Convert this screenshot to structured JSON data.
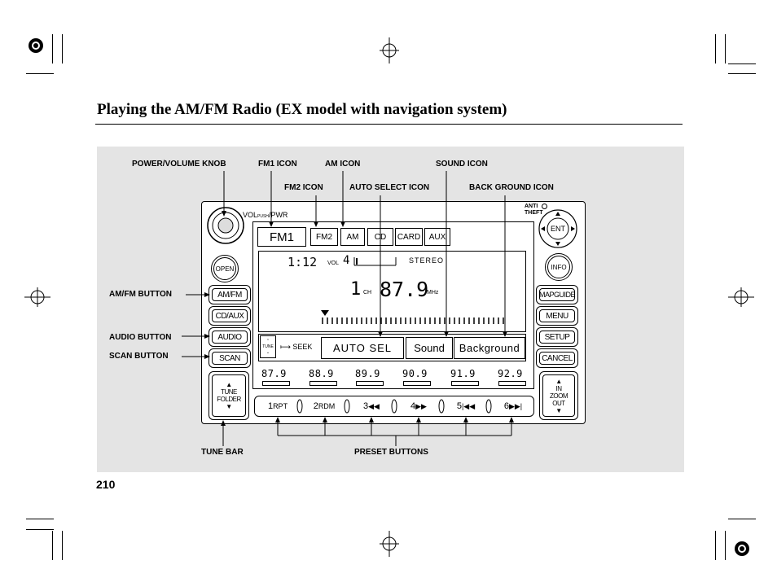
{
  "page": {
    "heading": "Playing the AM/FM Radio (EX model with navigation system)",
    "page_number": "210"
  },
  "callouts": {
    "power_volume_knob": "POWER/VOLUME KNOB",
    "fm1_icon": "FM1 ICON",
    "am_icon": "AM ICON",
    "sound_icon": "SOUND ICON",
    "fm2_icon": "FM2 ICON",
    "auto_select_icon": "AUTO SELECT ICON",
    "background_icon": "BACK GROUND ICON",
    "am_fm_button": "AM/FM BUTTON",
    "audio_button": "AUDIO BUTTON",
    "scan_button": "SCAN BUTTON",
    "tune_bar": "TUNE BAR",
    "preset_buttons": "PRESET BUTTONS"
  },
  "unit": {
    "knob_label": "VOL",
    "knob_sub": "PUSH",
    "knob_pwr": "PWR",
    "anti_theft": [
      "ANTI",
      "THEFT"
    ],
    "open": "OPEN",
    "ent": "ENT",
    "info": "INFO",
    "left_buttons": [
      "AM/FM",
      "CD/AUX",
      "AUDIO",
      "SCAN"
    ],
    "right_buttons": [
      "MAPGUIDE",
      "MENU",
      "SETUP",
      "CANCEL"
    ],
    "tune_folder": [
      "TUNE",
      "FOLDER"
    ],
    "zoom": [
      "IN",
      "ZOOM",
      "OUT"
    ],
    "tabs": [
      "FM2",
      "AM",
      "CD",
      "CARD",
      "AUX"
    ]
  },
  "display": {
    "band": "FM1",
    "clock": "1:12",
    "vol_label": "VOL",
    "vol_value": "4",
    "volume_level": 0.05,
    "stereo": "STEREO",
    "channel": "1",
    "ch_label": "CH",
    "frequency": "87.9",
    "freq_unit": "MHz",
    "tune_label": "TUNE",
    "seek_label": "SEEK",
    "auto_sel": "AUTO SEL",
    "sound": "Sound",
    "background": "Background",
    "presets": [
      "87.9",
      "88.9",
      "89.9",
      "90.9",
      "91.9",
      "92.9"
    ],
    "preset_buttons": [
      {
        "num": "1",
        "label": "RPT"
      },
      {
        "num": "2",
        "label": "RDM"
      },
      {
        "num": "3",
        "label": "◀◀"
      },
      {
        "num": "4",
        "label": "▶▶"
      },
      {
        "num": "5",
        "label": "|◀◀"
      },
      {
        "num": "6",
        "label": "▶▶|"
      }
    ]
  }
}
